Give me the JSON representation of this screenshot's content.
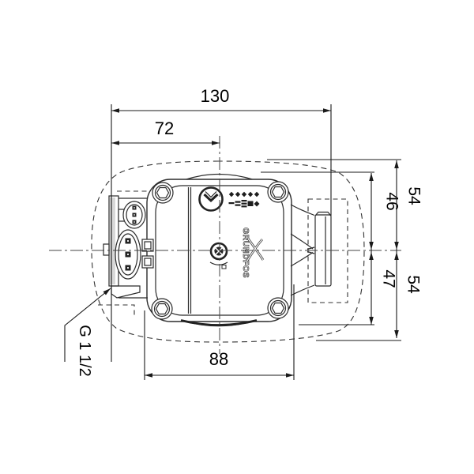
{
  "page": {
    "background": "#ffffff",
    "line_color": "#2b2b2b",
    "text_color": "#000000"
  },
  "drawing": {
    "kind": "circulator pump dimensional drawing, top view",
    "brand": "GRUNDFOS",
    "thread_label": "G 1 1/2",
    "dims": {
      "overall_width": "130",
      "left_face_to_center": "72",
      "port_span": "88",
      "center_to_housing_top": "46",
      "center_to_housing_bottom": "47",
      "center_to_shell_top": "54",
      "center_to_shell_bottom": "54"
    },
    "icons": [
      "chevron-button-icon",
      "mode-diamond-icons",
      "mode-bar-icons",
      "center-screw-icon",
      "hex-screw-icon",
      "grundfos-logo-mark",
      "plug-pin-icons"
    ]
  }
}
